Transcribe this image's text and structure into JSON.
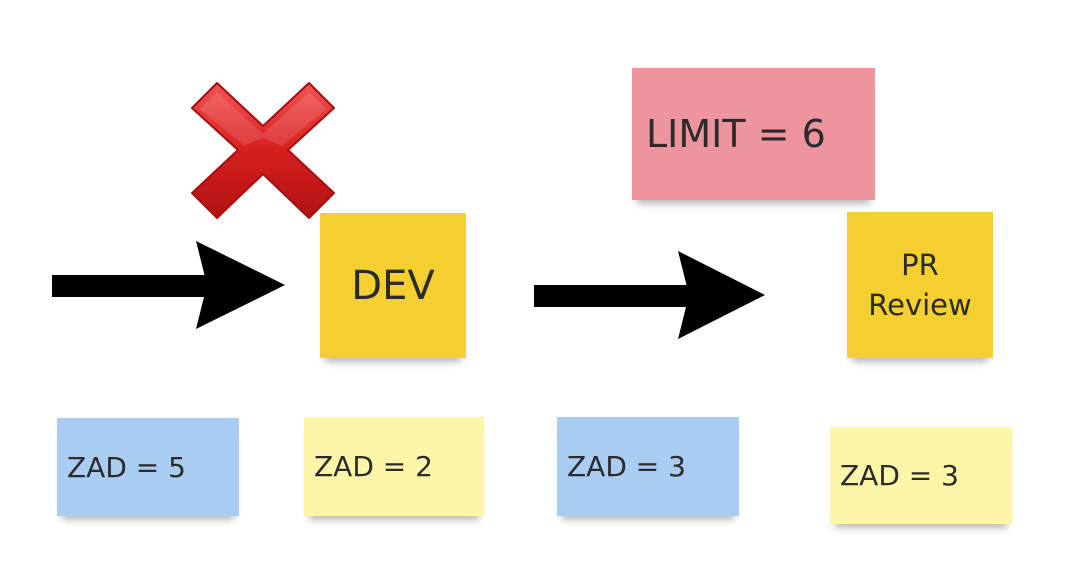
{
  "colors": {
    "yellow_note": "#f3cf2f",
    "pale_yellow_note": "#fdf5a8",
    "blue_note": "#a9cdf2",
    "pink_note": "#ed949f",
    "arrow": "#000000",
    "x_mark": "#d81e1e"
  },
  "icons": {
    "x_mark": "x-mark-icon",
    "arrows": "right-arrow-icon"
  },
  "stages": {
    "dev": {
      "label": "DEV"
    },
    "pr_review": {
      "label_line1": "PR",
      "label_line2": "Review"
    }
  },
  "limit": {
    "label": "LIMIT = 6"
  },
  "task_counts": [
    {
      "label": "ZAD = 5"
    },
    {
      "label": "ZAD = 2"
    },
    {
      "label": "ZAD = 3"
    },
    {
      "label": "ZAD = 3"
    }
  ]
}
